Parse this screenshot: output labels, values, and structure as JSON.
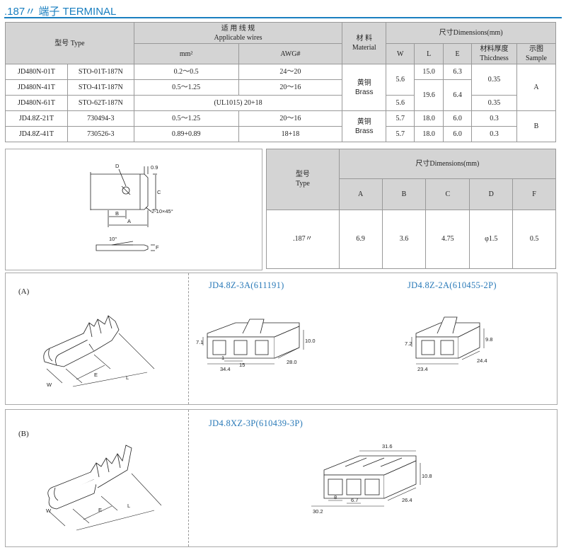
{
  "header": {
    "title": ".187〃 端子 TERMINAL"
  },
  "spec_table": {
    "type_header": "型号 Type",
    "wires_header_cn": "适 用 线 规",
    "wires_header_en": "Applicable wires",
    "mm2_header": "mm²",
    "awg_header": "AWG#",
    "material_header_cn": "材 料",
    "material_header_en": "Material",
    "dimensions_header": "尺寸Dimensions(mm)",
    "w_header": "W",
    "l_header": "L",
    "e_header": "E",
    "thickness_header_cn": "材料厚度",
    "thickness_header_en": "Thicdness",
    "sample_header_cn": "示图",
    "sample_header_en": "Sample",
    "rows": [
      {
        "type1": "JD480N-01T",
        "type2": "STO-01T-187N",
        "mm2": "0.2～0.5",
        "awg": "24～20",
        "w": "5.6",
        "l": "15.0",
        "e": "6.3",
        "t": "0.35"
      },
      {
        "type1": "JD480N-41T",
        "type2": "STO-41T-187N",
        "mm2": "0.5～1.25",
        "awg": "20～16",
        "w": "5.6",
        "l": "19.6",
        "e": "6.4",
        "t": "0.35"
      },
      {
        "type1": "JD480N-61T",
        "type2": "STO-62T-187N",
        "merged": "(UL1015) 20+18",
        "w": "5.6",
        "l": "19.6",
        "e": "6.4",
        "t": "0.35"
      },
      {
        "type1": "JD4.8Z-21T",
        "type2": "730494-3",
        "mm2": "0.5～1.25",
        "awg": "20～16",
        "w": "5.7",
        "l": "18.0",
        "e": "6.0",
        "t": "0.3"
      },
      {
        "type1": "JD4.8Z-41T",
        "type2": "730526-3",
        "mm2": "0.89+0.89",
        "awg": "18+18",
        "w": "5.7",
        "l": "18.0",
        "e": "6.0",
        "t": "0.3"
      }
    ],
    "material_cn": "黄铜",
    "material_en": "Brass",
    "sample_a": "A",
    "sample_b": "B"
  },
  "tab_table": {
    "type_cn": "型号",
    "type_en": "Type",
    "dimensions_header": "尺寸Dimensions(mm)",
    "cols": [
      "A",
      "B",
      "C",
      "D",
      "F"
    ],
    "row_type": ".187〃",
    "values": [
      "6.9",
      "3.6",
      "4.75",
      "φ1.5",
      "0.5"
    ]
  },
  "tab_drawing": {
    "d": "D",
    "dim_09": "0.9",
    "c": "C",
    "b": "B",
    "a": "A",
    "chamfer": "2-10×45°",
    "angle": "10°",
    "f": "F"
  },
  "section_a": {
    "label": "(A)",
    "model1": "JD4.8Z-3A(611191)",
    "model2": "JD4.8Z-2A(610455-2P)",
    "w": "W",
    "e": "E",
    "l": "L",
    "d71": "7.1",
    "d1": "1",
    "d15": "15",
    "d344": "34.4",
    "d100": "10.0",
    "d280": "28.0",
    "d72": "7.2",
    "d98": "9.8",
    "d234": "23.4",
    "d244": "24.4"
  },
  "section_b": {
    "label": "(B)",
    "model": "JD4.8XZ-3P(610439-3P)",
    "w": "W",
    "e": "E",
    "l": "L",
    "d316": "31.6",
    "d108": "10.8",
    "d8": "8",
    "d67": "6.7",
    "d302": "30.2",
    "d264": "26.4"
  }
}
